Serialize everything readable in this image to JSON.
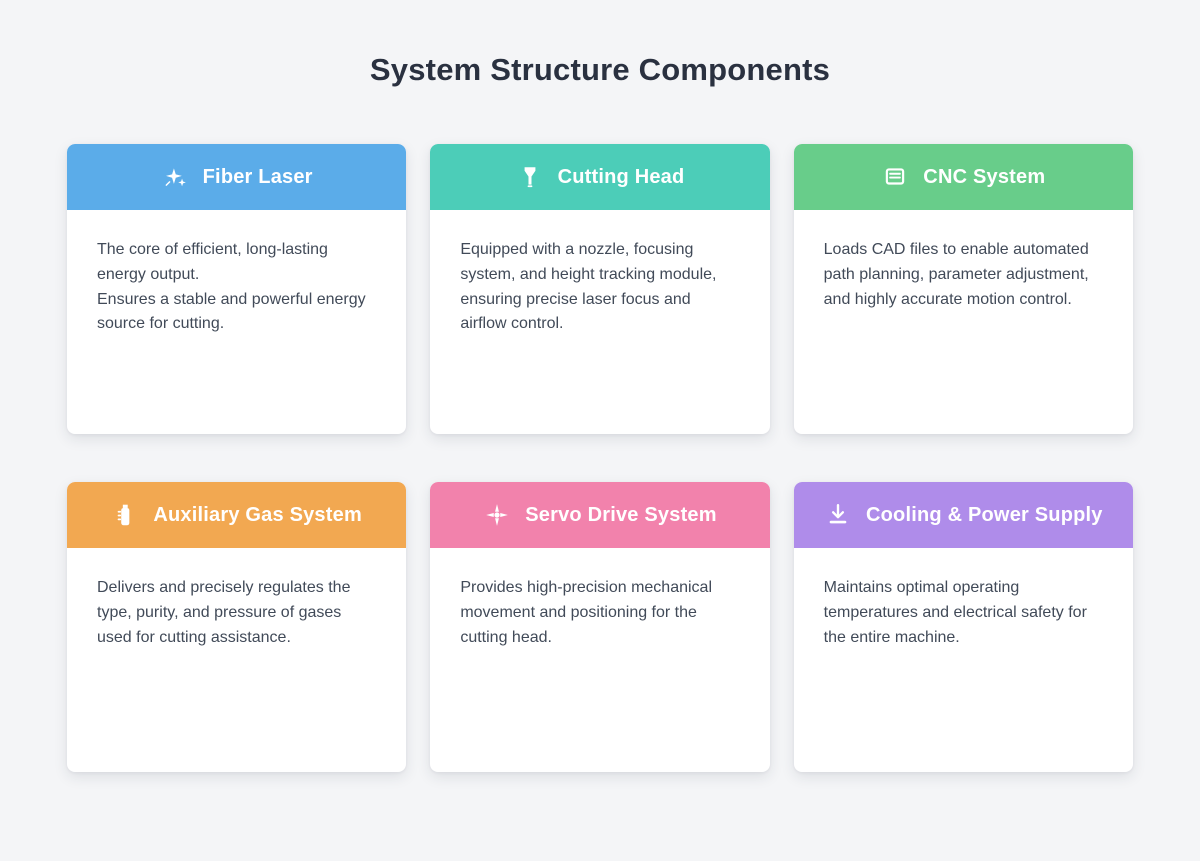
{
  "page": {
    "title": "System Structure Components"
  },
  "theme": {
    "background": "#f4f5f7",
    "card_background": "#ffffff",
    "title_color": "#2a3140",
    "body_text_color": "#414a58",
    "header_text_color": "#ffffff"
  },
  "cards": [
    {
      "title": "Fiber Laser",
      "icon": "laser-spark-icon",
      "color": "#5BACE9",
      "description": "The core of efficient, long-lasting energy output.\nEnsures a stable and powerful energy source for cutting."
    },
    {
      "title": "Cutting Head",
      "icon": "cutting-nozzle-icon",
      "color": "#4CCDB8",
      "description": "Equipped with a nozzle, focusing system, and height tracking module, ensuring precise laser focus and airflow control."
    },
    {
      "title": "CNC System",
      "icon": "cnc-controller-icon",
      "color": "#68CD8A",
      "description": "Loads CAD files to enable automated path planning, parameter adjustment, and highly accurate motion control."
    },
    {
      "title": "Auxiliary Gas System",
      "icon": "gas-cylinder-icon",
      "color": "#F2A851",
      "description": "Delivers and precisely regulates the type, purity, and pressure of gases used for cutting assistance."
    },
    {
      "title": "Servo Drive System",
      "icon": "servo-crosshair-icon",
      "color": "#F282AC",
      "description": "Provides high-precision mechanical movement and positioning for the cutting head."
    },
    {
      "title": "Cooling & Power Supply",
      "icon": "power-cooling-icon",
      "color": "#AF8CEA",
      "description": "Maintains optimal operating temperatures and electrical safety for the entire machine."
    }
  ]
}
